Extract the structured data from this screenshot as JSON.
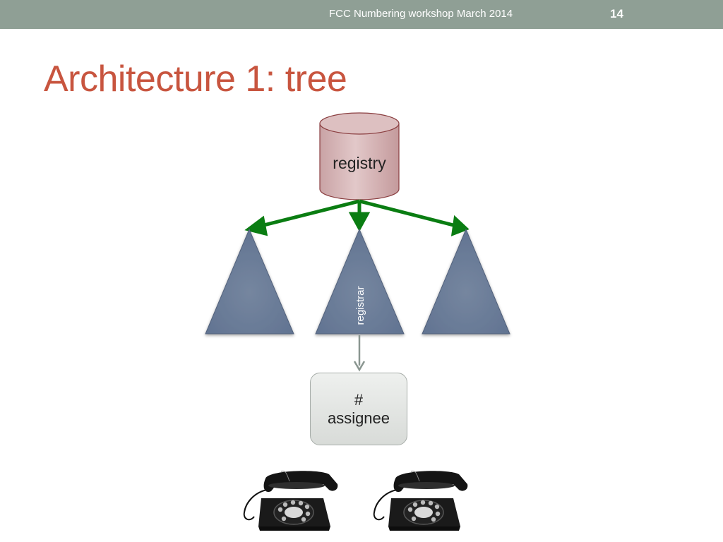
{
  "header": {
    "footer_text": "FCC Numbering workshop March 2014",
    "slide_number": "14"
  },
  "title": "Architecture 1: tree",
  "diagram": {
    "registry_label": "registry",
    "registrar_label": "registrar",
    "assignee_hash": "#",
    "assignee_label": "assignee",
    "colors": {
      "registry_fill": "#d9b9ba",
      "registry_stroke": "#8a3e40",
      "registrar_fill": "#6e7f9c",
      "green_arrow": "#0a7d12",
      "gray_arrow": "#8a9690"
    },
    "icons": [
      "rotary-phone-icon",
      "rotary-phone-icon"
    ]
  }
}
